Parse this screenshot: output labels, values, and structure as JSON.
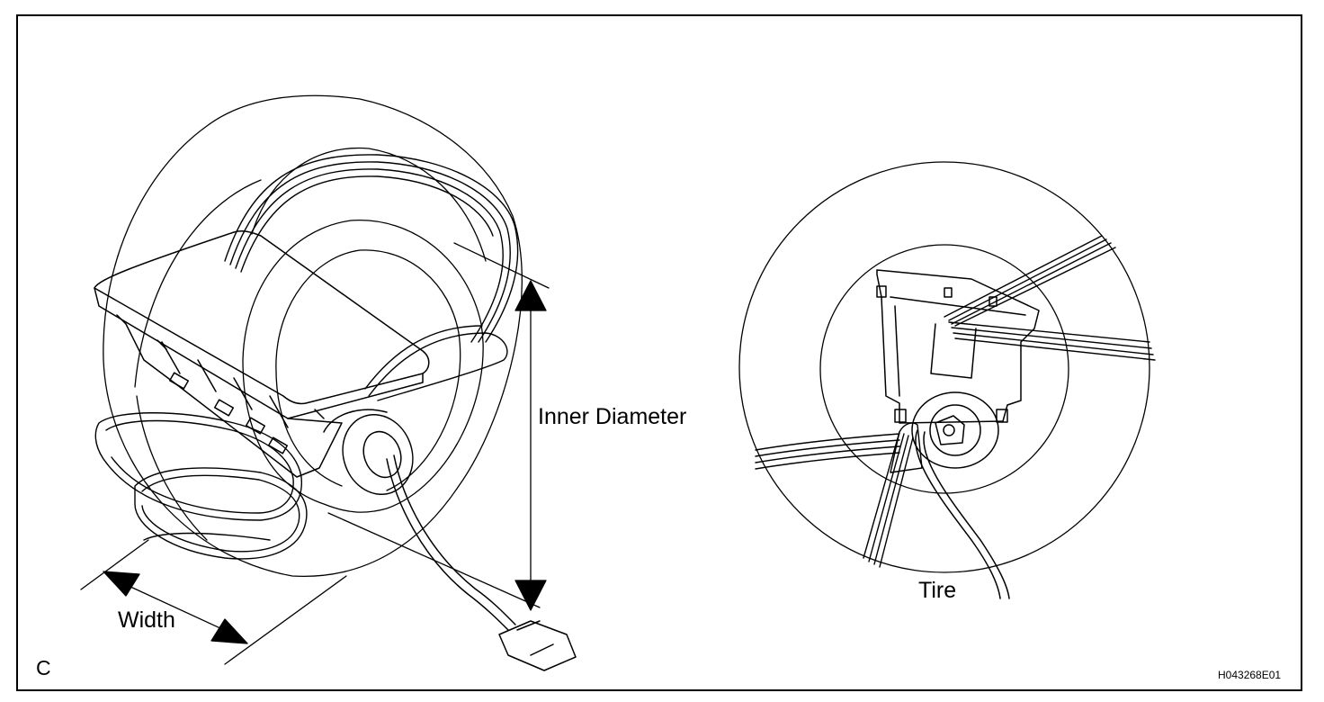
{
  "labels": {
    "inner_diameter": "Inner Diameter",
    "width": "Width",
    "tire": "Tire",
    "view_letter": "C",
    "figure_code": "H043268E01"
  },
  "colors": {
    "ink": "#000000",
    "paper": "#ffffff"
  }
}
